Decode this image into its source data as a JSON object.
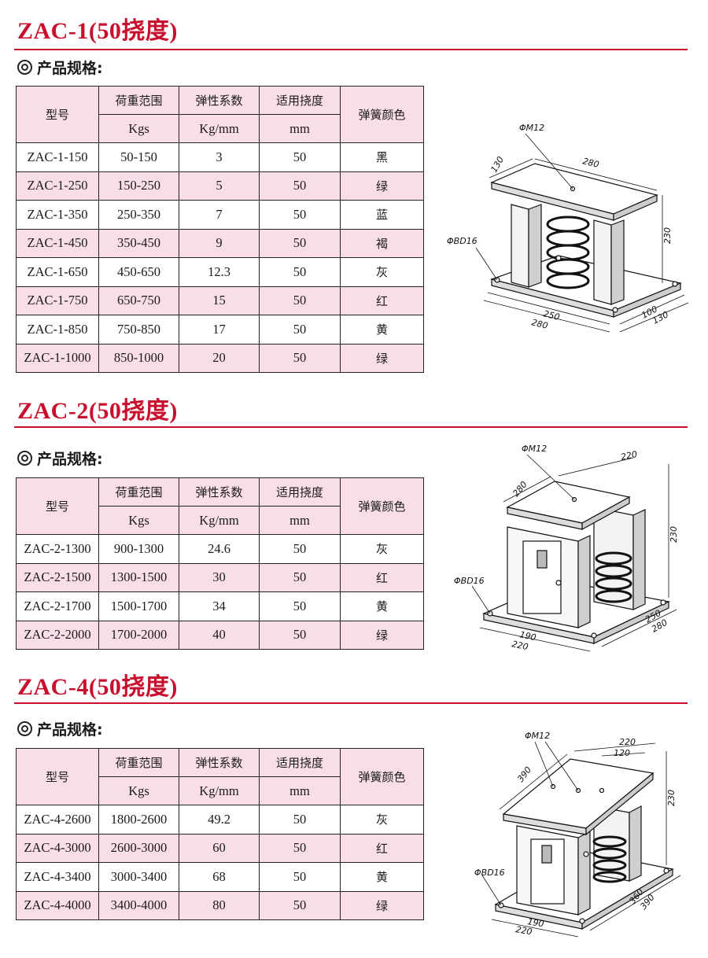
{
  "subheading": "产品规格:",
  "headers": {
    "model": "型号",
    "load": "荷重范围",
    "load_unit": "Kgs",
    "stiffness": "弹性系数",
    "stiffness_unit": "Kg/mm",
    "deflection": "适用挠度",
    "deflection_unit": "mm",
    "color": "弹簧颜色"
  },
  "sections": [
    {
      "title": "ZAC-1(50挠度)",
      "rows": [
        [
          "ZAC-1-150",
          "50-150",
          "3",
          "50",
          "黑"
        ],
        [
          "ZAC-1-250",
          "150-250",
          "5",
          "50",
          "绿"
        ],
        [
          "ZAC-1-350",
          "250-350",
          "7",
          "50",
          "蓝"
        ],
        [
          "ZAC-1-450",
          "350-450",
          "9",
          "50",
          "褐"
        ],
        [
          "ZAC-1-650",
          "450-650",
          "12.3",
          "50",
          "灰"
        ],
        [
          "ZAC-1-750",
          "650-750",
          "15",
          "50",
          "红"
        ],
        [
          "ZAC-1-850",
          "750-850",
          "17",
          "50",
          "黄"
        ],
        [
          "ZAC-1-1000",
          "850-1000",
          "20",
          "50",
          "绿"
        ]
      ],
      "dims": {
        "bolt": "ΦM12",
        "hole": "ΦBD16",
        "top_w": "280",
        "top_d": "130",
        "height": "230",
        "base_w1": "250",
        "base_w2": "280",
        "base_d1": "100",
        "base_d2": "130"
      }
    },
    {
      "title": "ZAC-2(50挠度)",
      "rows": [
        [
          "ZAC-2-1300",
          "900-1300",
          "24.6",
          "50",
          "灰"
        ],
        [
          "ZAC-2-1500",
          "1300-1500",
          "30",
          "50",
          "红"
        ],
        [
          "ZAC-2-1700",
          "1500-1700",
          "34",
          "50",
          "黄"
        ],
        [
          "ZAC-2-2000",
          "1700-2000",
          "40",
          "50",
          "绿"
        ]
      ],
      "dims": {
        "bolt": "ΦM12",
        "hole": "ΦBD16",
        "top_w": "220",
        "top_d": "280",
        "height": "230",
        "base_w1": "190",
        "base_w2": "220",
        "base_d1": "250",
        "base_d2": "280"
      }
    },
    {
      "title": "ZAC-4(50挠度)",
      "rows": [
        [
          "ZAC-4-2600",
          "1800-2600",
          "49.2",
          "50",
          "灰"
        ],
        [
          "ZAC-4-3000",
          "2600-3000",
          "60",
          "50",
          "红"
        ],
        [
          "ZAC-4-3400",
          "3000-3400",
          "68",
          "50",
          "黄"
        ],
        [
          "ZAC-4-4000",
          "3400-4000",
          "80",
          "50",
          "绿"
        ]
      ],
      "dims": {
        "bolt": "ΦM12",
        "hole": "ΦBD16",
        "top_w": "220",
        "top_inner": "120",
        "top_d": "390",
        "height": "230",
        "base_w1": "190",
        "base_w2": "220",
        "base_d1": "360",
        "base_d2": "390"
      }
    }
  ]
}
